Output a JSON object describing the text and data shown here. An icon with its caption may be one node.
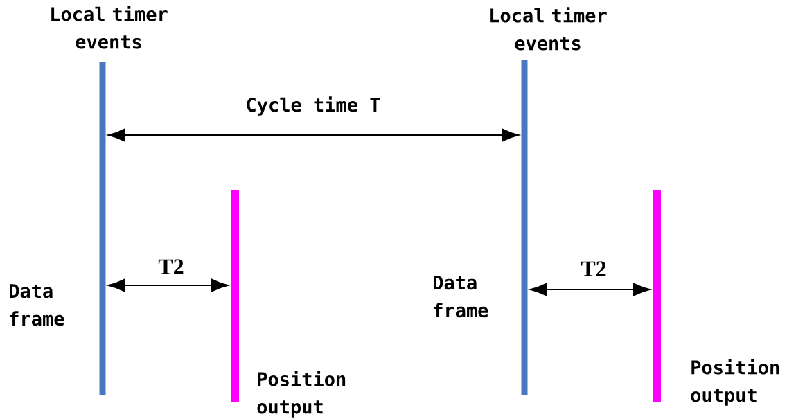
{
  "diagram": {
    "nodes": [
      {
        "text": [
          "Local timer events"
        ],
        "beside": [
          "Data frame"
        ]
      },
      {
        "text": [
          "Position output"
        ]
      },
      {
        "text": [
          "Local timer events"
        ],
        "beside": [
          "Data frame"
        ]
      },
      {
        "text": [
          "Position output"
        ]
      }
    ],
    "edges": [
      {
        "from": 0,
        "to": 2,
        "arrow": "both",
        "label": "Cycle time T"
      },
      {
        "from": 0,
        "to": 1,
        "arrow": "both",
        "label": "T2"
      },
      {
        "from": 2,
        "to": 3,
        "arrow": "both",
        "label": "T2"
      }
    ]
  }
}
